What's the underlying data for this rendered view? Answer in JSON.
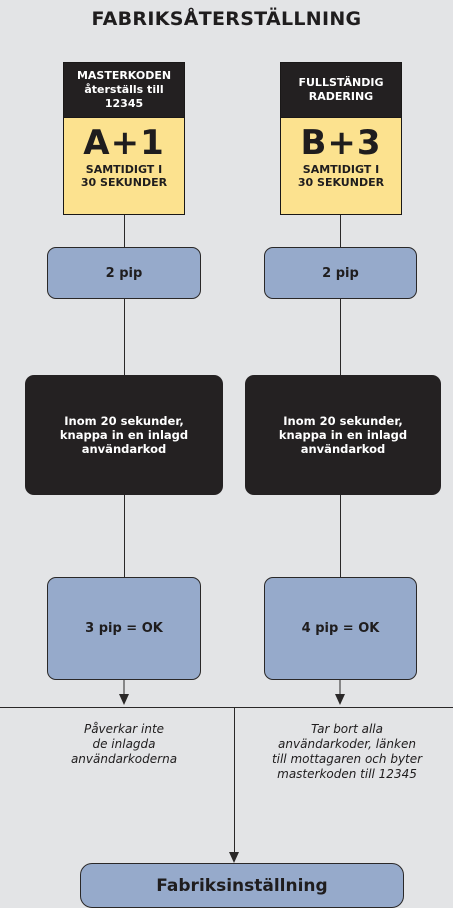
{
  "title": "FABRIKSÅTERSTÄLLNING",
  "left": {
    "header": [
      "MASTERKODEN",
      "återställs till",
      "12345"
    ],
    "combo": "A+1",
    "combo_note": [
      "SAMTIDIGT I",
      "30 SEKUNDER"
    ],
    "step1": "2 pip",
    "step2": [
      "Inom 20 sekunder,",
      "knappa in en inlagd",
      "användarkod"
    ],
    "step3": "3 pip = OK",
    "note": [
      "Påverkar inte",
      "de inlagda",
      "användarkoderna"
    ]
  },
  "right": {
    "header": [
      "FULLSTÄNDIG",
      "RADERING"
    ],
    "combo": "B+3",
    "combo_note": [
      "SAMTIDIGT I",
      "30 SEKUNDER"
    ],
    "step1": "2 pip",
    "step2": [
      "Inom 20 sekunder,",
      "knappa in en inlagd",
      "användarkod"
    ],
    "step3": "4 pip = OK",
    "note": [
      "Tar bort alla",
      "användarkoder, länken",
      "till mottagaren och byter",
      "masterkoden till 12345"
    ]
  },
  "final": "Fabriksinställning",
  "colors": {
    "background": "#e3e4e6",
    "header_box": "#232021",
    "combo_box": "#fce28f",
    "step_box": "#96aacb",
    "instruction_box": "#242122"
  }
}
